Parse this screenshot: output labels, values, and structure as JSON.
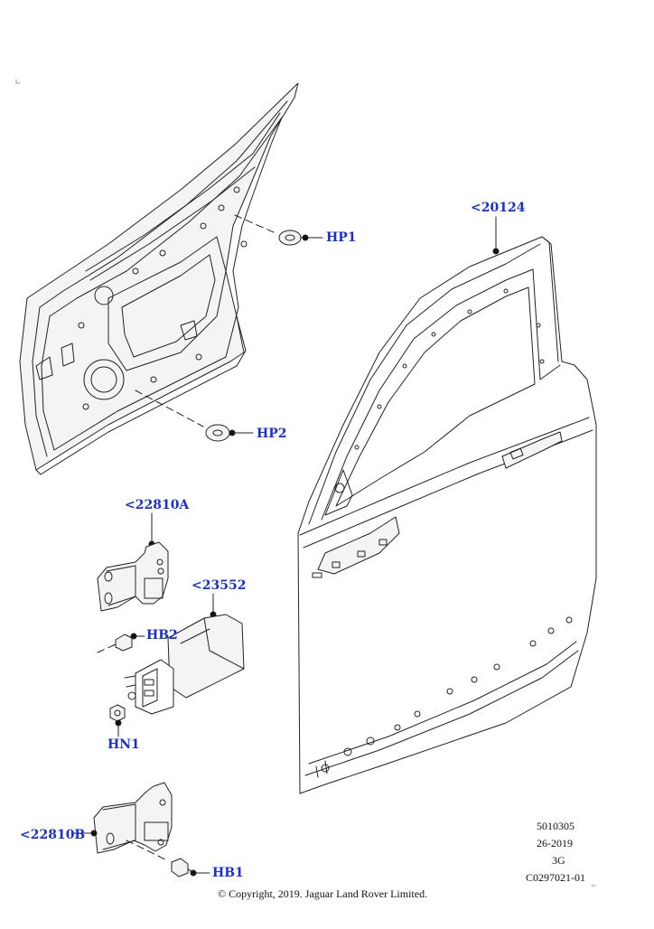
{
  "callouts": {
    "hp1": "HP1",
    "hp2": "HP2",
    "door_shell": "<20124",
    "upper_hinge": "<22810A",
    "check_strap": "<23552",
    "hb2": "HB2",
    "hn1": "HN1",
    "lower_hinge": "<22810B",
    "hb1": "HB1"
  },
  "meta": {
    "line1": "5010305",
    "line2": "26-2019",
    "line3": "3G",
    "line4": "C0297021-01"
  },
  "copyright": "© Copyright, 2019. Jaguar Land Rover Limited.",
  "colors": {
    "callout": "#1a2fd6",
    "line": "#222222",
    "fill": "#f4f4f4"
  }
}
